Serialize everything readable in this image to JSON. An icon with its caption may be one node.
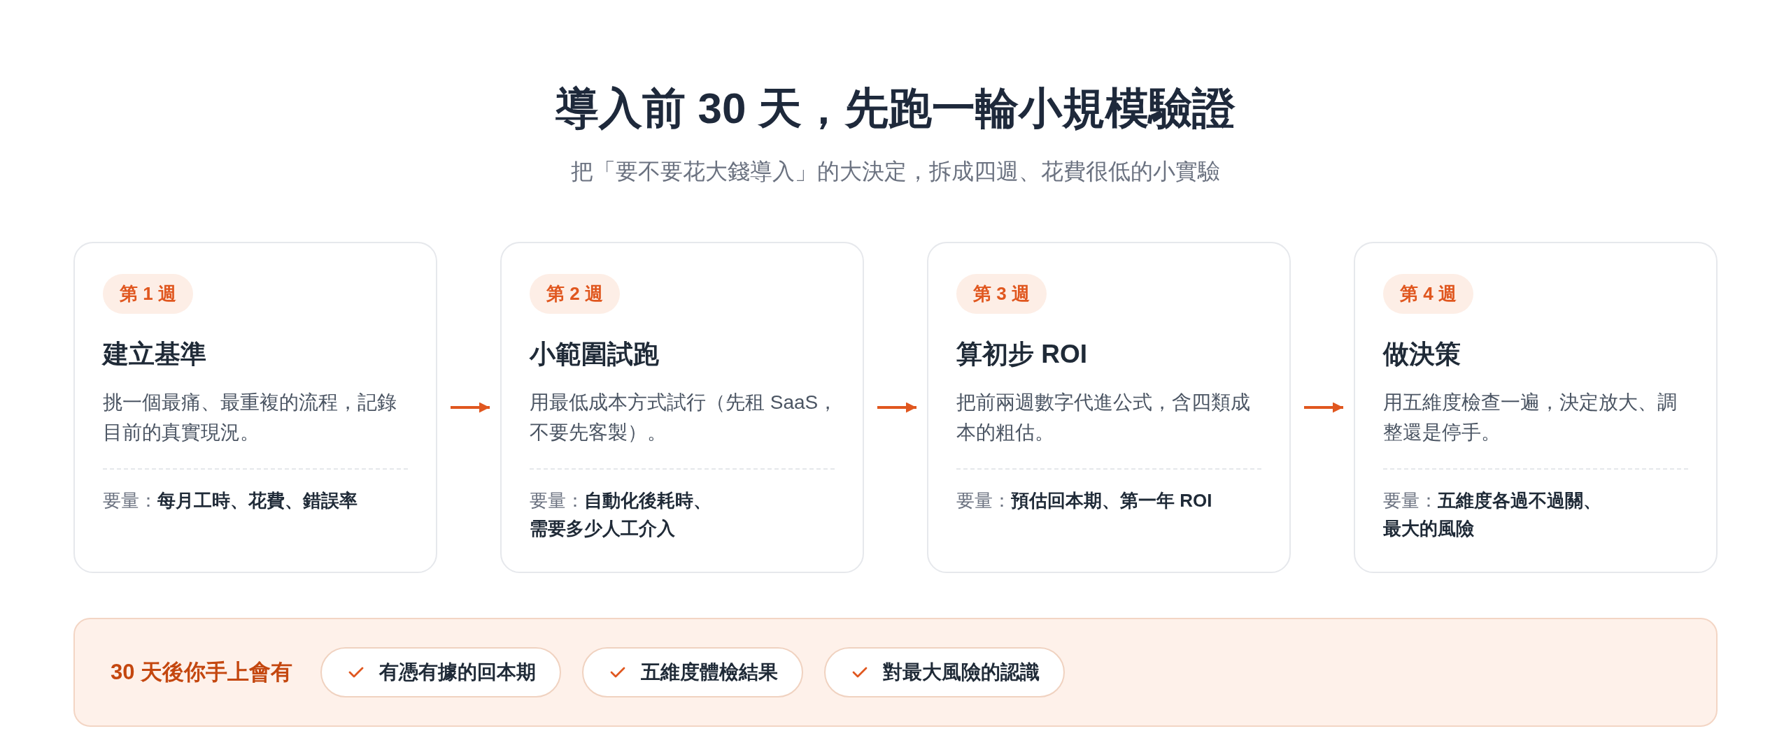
{
  "diagram": {
    "title": "導入前 30 天，先跑一輪小規模驗證",
    "nodes": [
      {
        "text": [
          "建立基準",
          "挑一個最痛、最重複的流程，記錄目前的真實現況。",
          "要量：**每月工時、花費、錯誤率**"
        ]
      },
      {
        "text": [
          "第 1 週"
        ],
        "in": 0
      },
      {
        "text": [
          "小範圍試跑",
          "用最低成本方式試行（先租 SaaS，不要先客製）。",
          "要量：**自動化後耗時、需要多少人工介入**"
        ]
      },
      {
        "text": [
          "第 2 週"
        ],
        "in": 2
      },
      {
        "text": [
          "算初步 ROI",
          "把前兩週數字代進公式，含四類成本的粗估。",
          "要量：**預估回本期、第一年 ROI**"
        ]
      },
      {
        "text": [
          "第 3 週"
        ],
        "in": 4
      },
      {
        "text": [
          "做決策",
          "用五維度檢查一遍，決定放大、調整還是停手。",
          "要量：**五維度各過不過關、最大的風險**"
        ]
      },
      {
        "text": [
          "第 4 週"
        ],
        "in": 6
      },
      {
        "text": [
          "30 天後你手上會有"
        ]
      },
      {
        "text": [
          "有憑有據的回本期"
        ],
        "in": 8
      },
      {
        "text": [
          "五維度體檢結果"
        ],
        "in": 8
      },
      {
        "text": [
          "對最大風險的認識"
        ],
        "in": 8
      }
    ],
    "edges": [
      {
        "from": 0,
        "to": 2,
        "arrow": "to"
      },
      {
        "from": 2,
        "to": 4,
        "arrow": "to"
      },
      {
        "from": 4,
        "to": 6,
        "arrow": "to"
      }
    ],
    "labels": [
      "把「要不要花大錢導入」的大決定，拆成四週、花費很低的小實驗"
    ]
  }
}
